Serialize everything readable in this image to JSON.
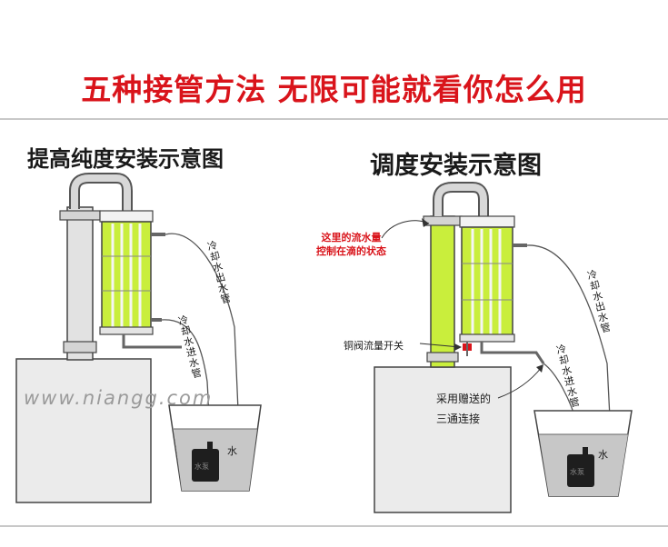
{
  "banner": "五种接管方法 无限可能就看你怎么用",
  "left_diagram": {
    "title": "提高纯度安装示意图",
    "outlet_label": "冷却水出水管",
    "inlet_label": "冷却水进水管",
    "water_label": "水",
    "pump_label": "水泵"
  },
  "right_diagram": {
    "title": "调度安装示意图",
    "flow_note_line1": "这里的流水量",
    "flow_note_line2": "控制在滴的状态",
    "valve_label": "铜阀流量开关",
    "tee_line1": "采用赠送的",
    "tee_line2": "三通连接",
    "outlet_label": "冷却水出水管",
    "inlet_label": "冷却水进水管",
    "water_label": "水",
    "pump_label": "水泵"
  },
  "watermark": "www.niangg.com",
  "colors": {
    "accent_red": "#d9141b",
    "condenser_green": "#c9ee3c"
  }
}
